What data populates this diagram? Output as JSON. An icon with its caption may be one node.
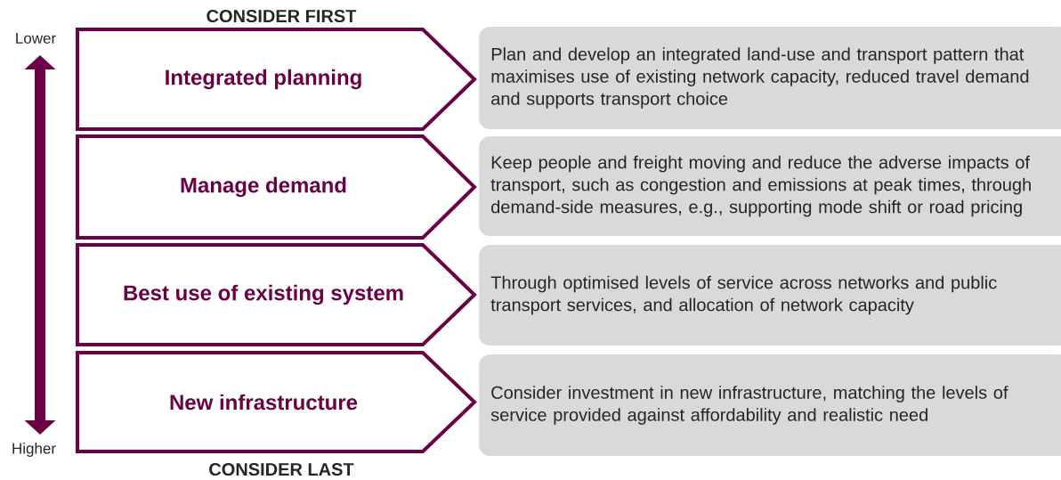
{
  "diagram": {
    "nodes": [
      {
        "text": [
          "Integrated planning"
        ]
      },
      {
        "text": [
          "Manage demand"
        ]
      },
      {
        "text": [
          "Best use of existing system"
        ]
      },
      {
        "text": [
          "New infrastructure"
        ]
      },
      {
        "text": [
          "Plan and develop an integrated land-use and transport pattern that maximises use of existing network capacity, reduced travel demand and supports transport choice"
        ]
      },
      {
        "text": [
          "Keep people and freight moving and reduce the adverse impacts of transport, such as congestion and emissions at peak times, through demand-side measures, e.g., supporting mode shift or road pricing"
        ]
      },
      {
        "text": [
          "Through optimised levels of service across networks and public transport services, and allocation of network capacity"
        ]
      },
      {
        "text": [
          "Consider investment in new infrastructure, matching the levels of service provided against affordability and realistic need"
        ]
      }
    ],
    "labels": [
      "CONSIDER FIRST",
      "Lower",
      "Higher",
      "CONSIDER LAST"
    ]
  }
}
